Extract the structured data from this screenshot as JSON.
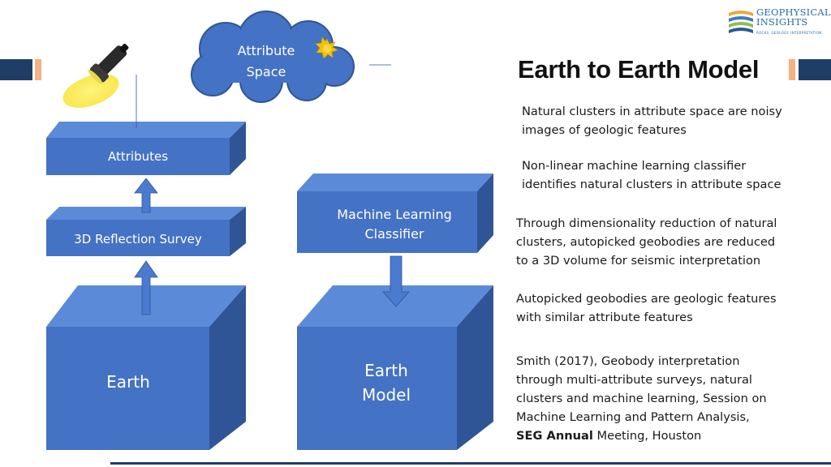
{
  "logo": {
    "name_line1": "GEOPHYSICAL",
    "name_line2": "INSIGHTS",
    "tagline": "ROCKS. GEOLOGY. INTERPRETATION."
  },
  "title": "Earth to Earth Model",
  "diagram": {
    "attribute_space": [
      "Attribute",
      "Space"
    ],
    "attributes": "Attributes",
    "survey": "3D Reflection  Survey",
    "earth": "Earth",
    "classifier": [
      "Machine Learning",
      "Classifier"
    ],
    "earth_model": [
      "Earth",
      "Model"
    ]
  },
  "paragraphs": [
    [
      "Natural clusters in attribute space are noisy",
      "images of geologic features"
    ],
    [
      "Non-linear machine learning classifier",
      "identifies natural clusters in attribute space"
    ],
    [
      "Through dimensionality reduction of natural",
      "clusters, autopicked geobodies are reduced",
      "to a 3D volume for seismic interpretation"
    ],
    [
      "Autopicked geobodies are geologic features",
      "with similar attribute features"
    ]
  ],
  "reference": {
    "lines": [
      "Smith (2017),  Geobody interpretation",
      "through multi-attribute surveys, natural",
      "clusters and machine learning, Session on",
      "Machine Learning and Pattern Analysis,"
    ],
    "last_bold": "SEG Annual",
    "last_rest": " Meeting, Houston"
  },
  "colors": {
    "front": "#4472c4",
    "top": "#5b8bd8",
    "side": "#2f5597",
    "arrow": "#4a7bd0",
    "accent_navy": "#1f3d66",
    "accent_orange": "#f4b183"
  }
}
